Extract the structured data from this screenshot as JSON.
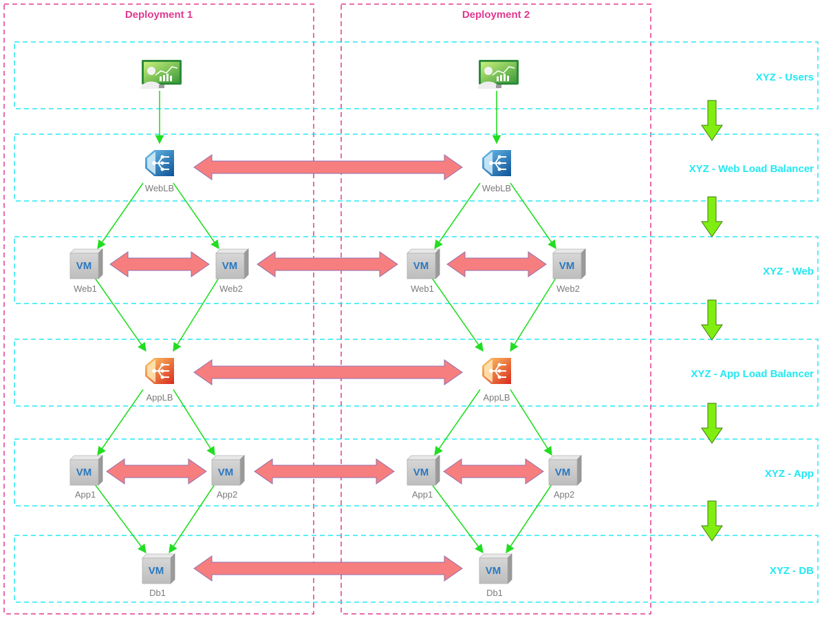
{
  "deployments": [
    {
      "id": "dep1",
      "title": "Deployment 1"
    },
    {
      "id": "dep2",
      "title": "Deployment 2"
    }
  ],
  "tiers": [
    {
      "id": "users",
      "label": "XYZ - Users"
    },
    {
      "id": "weblb",
      "label": "XYZ - Web Load Balancer"
    },
    {
      "id": "web",
      "label": "XYZ - Web"
    },
    {
      "id": "applb",
      "label": "XYZ - App Load Balancer"
    },
    {
      "id": "app",
      "label": "XYZ - App"
    },
    {
      "id": "db",
      "label": "XYZ - DB"
    }
  ],
  "vm_badge": "VM",
  "nodes": {
    "dep1": {
      "user": {
        "icon": "user-dashboard-icon"
      },
      "weblb": {
        "label": "WebLB",
        "icon": "load-balancer-blue-icon"
      },
      "web1": {
        "label": "Web1",
        "icon": "vm-icon"
      },
      "web2": {
        "label": "Web2",
        "icon": "vm-icon"
      },
      "applb": {
        "label": "AppLB",
        "icon": "load-balancer-orange-icon"
      },
      "app1": {
        "label": "App1",
        "icon": "vm-icon"
      },
      "app2": {
        "label": "App2",
        "icon": "vm-icon"
      },
      "db1": {
        "label": "Db1",
        "icon": "vm-icon"
      }
    },
    "dep2": {
      "user": {
        "icon": "user-dashboard-icon"
      },
      "weblb": {
        "label": "WebLB",
        "icon": "load-balancer-blue-icon"
      },
      "web1": {
        "label": "Web1",
        "icon": "vm-icon"
      },
      "web2": {
        "label": "Web2",
        "icon": "vm-icon"
      },
      "applb": {
        "label": "AppLB",
        "icon": "load-balancer-orange-icon"
      },
      "app1": {
        "label": "App1",
        "icon": "vm-icon"
      },
      "app2": {
        "label": "App2",
        "icon": "vm-icon"
      },
      "db1": {
        "label": "Db1",
        "icon": "vm-icon"
      }
    }
  },
  "colors": {
    "deployment_border": "#e0388f",
    "tier_border": "#22e8f2",
    "connector": "#22dd22",
    "sync_arrow_fill": "#f77e7e",
    "sync_arrow_stroke": "#8f6fb0",
    "flow_arrow_fill": "#80ee10",
    "flow_arrow_stroke": "#3a7a10"
  }
}
